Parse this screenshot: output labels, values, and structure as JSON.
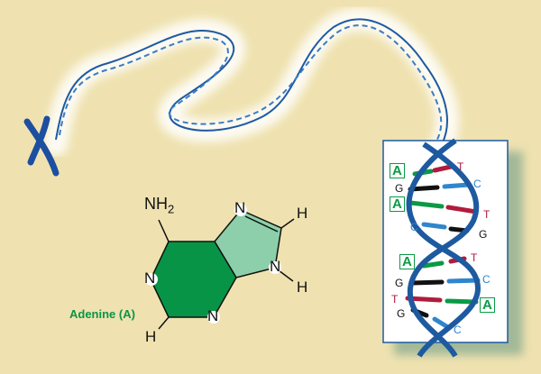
{
  "molecule": {
    "name": "Adenine (A)",
    "amine": "NH",
    "amine_sub": "2",
    "atoms": {
      "n1": "N",
      "n3": "N",
      "n7": "N",
      "n9": "N",
      "h2": "H",
      "h8": "H",
      "h9": "H"
    }
  },
  "base_pairs": [
    {
      "left": "A",
      "right": "T"
    },
    {
      "left": "G",
      "right": "C"
    },
    {
      "left": "A",
      "right": "T"
    },
    {
      "left": "C",
      "right": "G"
    },
    {
      "left": "A",
      "right": "T"
    },
    {
      "left": "G",
      "right": "C"
    },
    {
      "left": "T",
      "right": "A"
    },
    {
      "left": "G",
      "right": "C"
    }
  ],
  "colors": {
    "background": "#efe2b0",
    "backbone": "#1d5aa0",
    "adenine": "#089447",
    "adenine_light": "#8ccfaa",
    "A": "#0a9a45",
    "T": "#b01c3c",
    "G": "#111111",
    "C": "#2f86cc"
  }
}
